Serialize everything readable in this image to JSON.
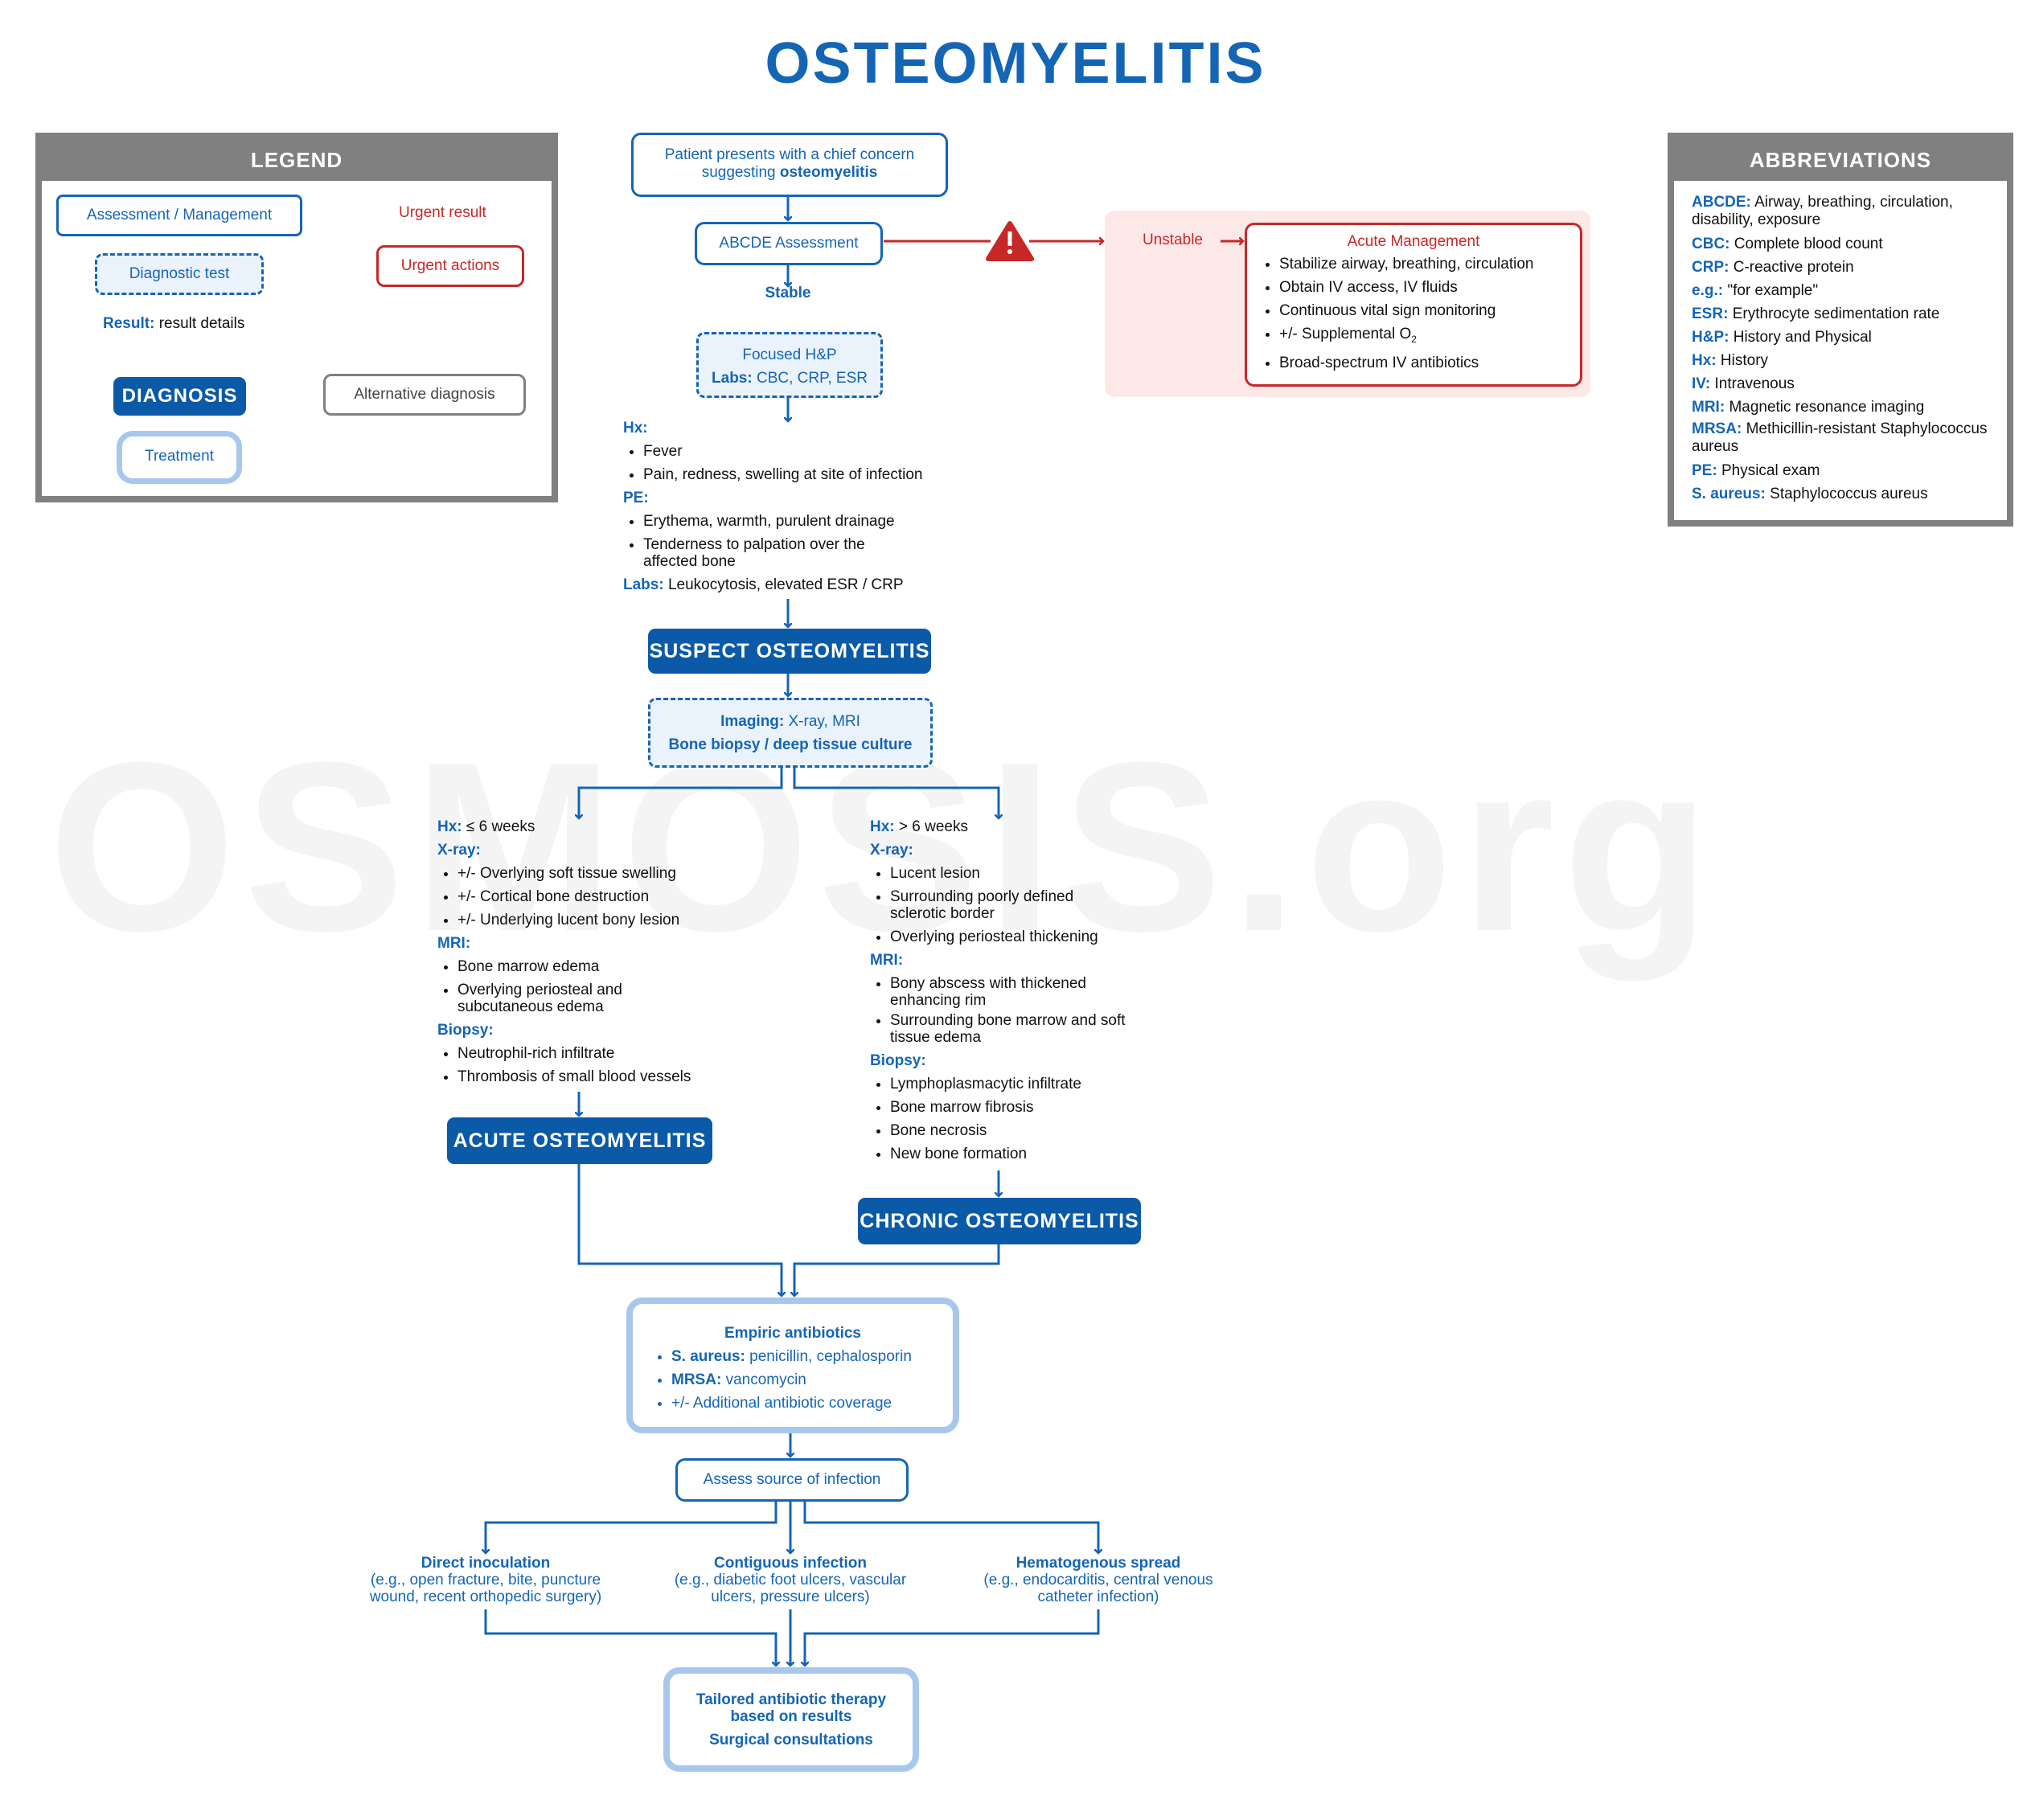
{
  "title": "OSTEOMYELITIS",
  "watermark": "OSMOSIS.org",
  "legend": {
    "header": "LEGEND",
    "assessment": "Assessment / Management",
    "urgent_result": "Urgent result",
    "urgent_actions": "Urgent actions",
    "diagnostic_test": "Diagnostic test",
    "result_label": "Result:",
    "result_value": "result details",
    "diagnosis": "DIAGNOSIS",
    "alternative": "Alternative diagnosis",
    "treatment": "Treatment"
  },
  "abbreviations": {
    "header": "ABBREVIATIONS",
    "items": [
      {
        "key": "ABCDE:",
        "value": "Airway, breathing, circulation, disability, exposure"
      },
      {
        "key": "CBC:",
        "value": "Complete blood count"
      },
      {
        "key": "CRP:",
        "value": "C-reactive protein"
      },
      {
        "key": "e.g.:",
        "value": "\"for example\""
      },
      {
        "key": "ESR:",
        "value": "Erythrocyte sedimentation rate"
      },
      {
        "key": "H&P:",
        "value": "History and Physical"
      },
      {
        "key": "Hx:",
        "value": "History"
      },
      {
        "key": "IV:",
        "value": "Intravenous"
      },
      {
        "key": "MRI:",
        "value": "Magnetic resonance imaging"
      },
      {
        "key": "MRSA:",
        "value": "Methicillin-resistant Staphylococcus aureus"
      },
      {
        "key": "PE:",
        "value": "Physical exam"
      },
      {
        "key": "S. aureus:",
        "value": "Staphylococcus aureus"
      }
    ]
  },
  "flow": {
    "presents_a": "Patient presents with a chief concern suggesting",
    "presents_b": "osteomyelitis",
    "abcde": "ABCDE Assessment",
    "stable": "Stable",
    "unstable": "Unstable",
    "acute_mgmt": {
      "title": "Acute Management",
      "items": [
        "Stabilize airway, breathing, circulation",
        "Obtain IV access, IV fluids",
        "Continuous vital sign monitoring",
        "+/- Supplemental O",
        "Broad-spectrum IV antibiotics"
      ],
      "o2_sub": "2"
    },
    "focused_hp": "Focused H&P",
    "labs_label": "Labs:",
    "labs_value": "CBC, CRP, ESR",
    "findings": {
      "hx_label": "Hx:",
      "hx_items": [
        "Fever",
        "Pain, redness, swelling at site of infection"
      ],
      "pe_label": "PE:",
      "pe_items": [
        "Erythema, warmth, purulent drainage",
        "Tenderness to palpation over the affected bone"
      ],
      "labs_label": "Labs:",
      "labs_value": "Leukocytosis, elevated ESR / CRP"
    },
    "suspect": "SUSPECT OSTEOMYELITIS",
    "imaging_label": "Imaging:",
    "imaging_value": "X-ray, MRI",
    "biopsy": "Bone biopsy / deep tissue culture",
    "acute_branch": {
      "hx_label": "Hx:",
      "hx_value": "≤ 6 weeks",
      "xray_label": "X-ray:",
      "xray_items": [
        "+/- Overlying soft tissue swelling",
        "+/- Cortical bone destruction",
        "+/- Underlying lucent bony lesion"
      ],
      "mri_label": "MRI:",
      "mri_items": [
        "Bone marrow edema",
        "Overlying periosteal and subcutaneous edema"
      ],
      "biopsy_label": "Biopsy:",
      "biopsy_items": [
        "Neutrophil-rich infiltrate",
        "Thrombosis of small blood vessels"
      ],
      "dx": "ACUTE OSTEOMYELITIS"
    },
    "chronic_branch": {
      "hx_label": "Hx:",
      "hx_value": "> 6 weeks",
      "xray_label": "X-ray:",
      "xray_items": [
        "Lucent lesion",
        "Surrounding poorly defined sclerotic border",
        "Overlying periosteal thickening"
      ],
      "mri_label": "MRI:",
      "mri_items": [
        "Bony abscess with thickened enhancing rim",
        "Surrounding bone marrow and soft tissue edema"
      ],
      "biopsy_label": "Biopsy:",
      "biopsy_items": [
        "Lymphoplasmacytic infiltrate",
        "Bone marrow fibrosis",
        "Bone necrosis",
        "New bone formation"
      ],
      "dx": "CHRONIC OSTEOMYELITIS"
    },
    "empiric": {
      "title": "Empiric antibiotics",
      "sa_label": "S. aureus:",
      "sa_value": "penicillin, cephalosporin",
      "mrsa_label": "MRSA:",
      "mrsa_value": "vancomycin",
      "additional": "+/- Additional antibiotic coverage"
    },
    "assess_source": "Assess source of infection",
    "sources": [
      {
        "title": "Direct inoculation",
        "desc": "(e.g., open fracture, bite, puncture wound, recent orthopedic surgery)"
      },
      {
        "title": "Contiguous infection",
        "desc": "(e.g., diabetic foot ulcers, vascular ulcers, pressure ulcers)"
      },
      {
        "title": "Hematogenous spread",
        "desc": "(e.g., endocarditis, central venous catheter infection)"
      }
    ],
    "tailored": "Tailored antibiotic therapy based on results",
    "surgical": "Surgical consultations"
  },
  "colors": {
    "primary": "#1565b5",
    "dark": "#0a5aa8",
    "light": "#a7c8ec",
    "urgent": "#c62828",
    "urgent_bg": "#fde8e8",
    "gray": "#808080"
  }
}
